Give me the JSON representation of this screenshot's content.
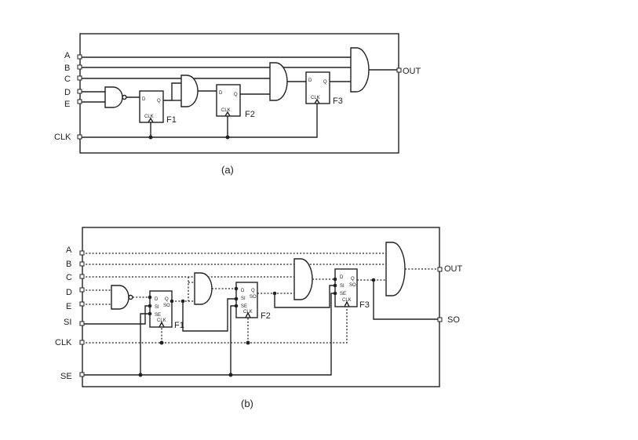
{
  "diagram_a": {
    "caption": "(a)",
    "inputs": [
      "A",
      "B",
      "C",
      "D",
      "E"
    ],
    "clock": "CLK",
    "output": "OUT",
    "flipflops": [
      {
        "name": "F1",
        "d": "D",
        "q": "Q",
        "clk": "CLK"
      },
      {
        "name": "F2",
        "d": "D",
        "q": "Q",
        "clk": "CLK"
      },
      {
        "name": "F3",
        "d": "D",
        "q": "Q",
        "clk": "CLK"
      }
    ]
  },
  "diagram_b": {
    "caption": "(b)",
    "inputs": [
      "A",
      "B",
      "C",
      "D",
      "E"
    ],
    "scan_in": "SI",
    "clock": "CLK",
    "scan_enable": "SE",
    "output": "OUT",
    "scan_out": "SO",
    "flipflops": [
      {
        "name": "F1",
        "d": "D",
        "si": "SI",
        "se": "SE",
        "q": "Q",
        "so": "SO",
        "clk": "CLK"
      },
      {
        "name": "F2",
        "d": "D",
        "si": "SI",
        "se": "SE",
        "q": "Q",
        "so": "SO",
        "clk": "CLK"
      },
      {
        "name": "F3",
        "d": "D",
        "si": "SI",
        "se": "SE",
        "q": "Q",
        "so": "SO",
        "clk": "CLK"
      }
    ]
  }
}
